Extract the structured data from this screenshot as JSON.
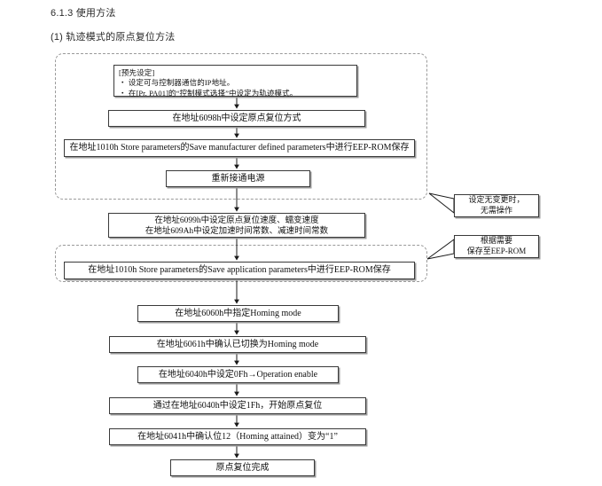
{
  "document": {
    "section_heading": "6.1.3 使用方法",
    "sub_heading": "(1) 轨迹模式的原点复位方法"
  },
  "flowchart": {
    "preset_box": {
      "title": "[预先设定]",
      "bullet1": "・ 设定可与控制器通信的IP地址。",
      "bullet2": "・ 在[Pr. PA01]的“控制模式选择”中设定为轨迹模式。"
    },
    "steps": [
      {
        "id": "set-homing-method",
        "text": "在地址6098h中设定原点复位方式"
      },
      {
        "id": "store-manufacturer-defined",
        "text": "在地址1010h Store parameters的Save manufacturer defined parameters中进行EEP-ROM保存"
      },
      {
        "id": "power-cycle",
        "text": "重新接通电源"
      },
      {
        "id": "set-speed-line1",
        "text": "在地址6099h中设定原点复位速度、蠕变速度"
      },
      {
        "id": "set-speed-line2",
        "text": "在地址609Ah中设定加速时间常数、减速时间常数"
      },
      {
        "id": "store-application",
        "text": "在地址1010h Store parameters的Save application parameters中进行EEP-ROM保存"
      },
      {
        "id": "specify-homing-mode",
        "text": "在地址6060h中指定Homing mode"
      },
      {
        "id": "confirm-homing-mode",
        "text": "在地址6061h中确认已切换为Homing mode"
      },
      {
        "id": "set-operation-enable",
        "text": "在地址6040h中设定0Fh→Operation enable"
      },
      {
        "id": "start-homing",
        "text": "通过在地址6040h中设定1Fh，开始原点复位"
      },
      {
        "id": "confirm-homing-attained",
        "text": "在地址6041h中确认位12（Homing attained）变为“1”"
      },
      {
        "id": "homing-complete",
        "text": "原点复位完成"
      }
    ],
    "notes": [
      {
        "id": "no-change-note",
        "line1": "设定无变更时，",
        "line2": "无需操作"
      },
      {
        "id": "as-needed-note",
        "line1": "根据需要",
        "line2": "保存至EEP-ROM"
      }
    ]
  },
  "colors": {
    "box_border": "#3a3a3a",
    "box_shadow": "#9b9b9b",
    "dashed_border": "#9a9a9a",
    "text": "#111111"
  }
}
